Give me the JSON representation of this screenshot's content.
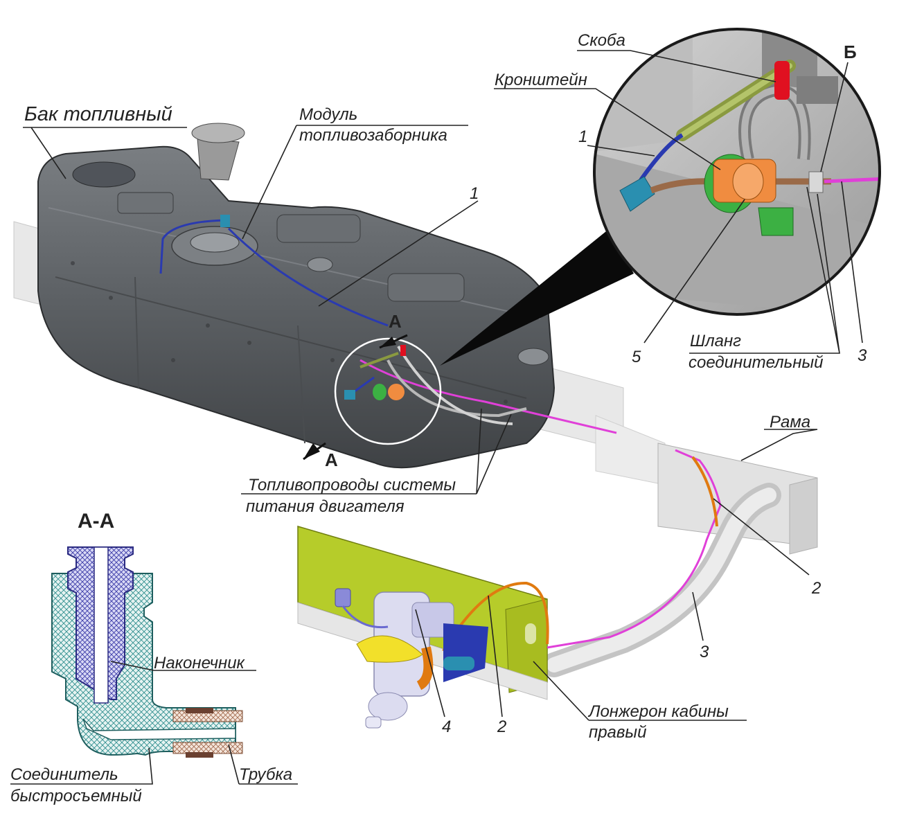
{
  "labels": {
    "tank": "Бак топливный",
    "module_line1": "Модуль",
    "module_line2": "топливозаборника",
    "num_1_main": "1",
    "section_a_top": "A",
    "section_a_bottom": "A",
    "fuel_lines_line1": "Топливопроводы системы",
    "fuel_lines_line2": "питания двигателя",
    "bracket_clip": "Скоба",
    "bracket": "Кронштейн",
    "detail_b": "Б",
    "num_1_detail": "1",
    "num_5": "5",
    "hose_line1": "Шланг",
    "hose_line2": "соединительный",
    "num_3_detail": "3",
    "frame": "Рама",
    "num_2_right": "2",
    "num_3_lower": "3",
    "num_4": "4",
    "num_2_lower": "2",
    "longeron_line1": "Лонжерон кабины",
    "longeron_line2": "правый",
    "section_aa": "А-А",
    "tip": "Наконечник",
    "connector_line1": "Соединитель",
    "connector_line2": "быстросъемный",
    "tube": "Трубка"
  },
  "colors": {
    "tank": "#5f6366",
    "frame": "#d9d9d9",
    "longeron": "#b6cc2a",
    "fuel_line_magenta": "#e040d8",
    "fuel_line_orange": "#e07a10",
    "fuel_line_blue": "#2a3ab0",
    "clip_red": "#e01020",
    "bracket_green": "#3cb043",
    "fitting_orange": "#f08c40",
    "connector_teal": "#2a8fb0",
    "section_hatch": "#2f8f8f",
    "tip_hatch": "#3a3aa8"
  }
}
